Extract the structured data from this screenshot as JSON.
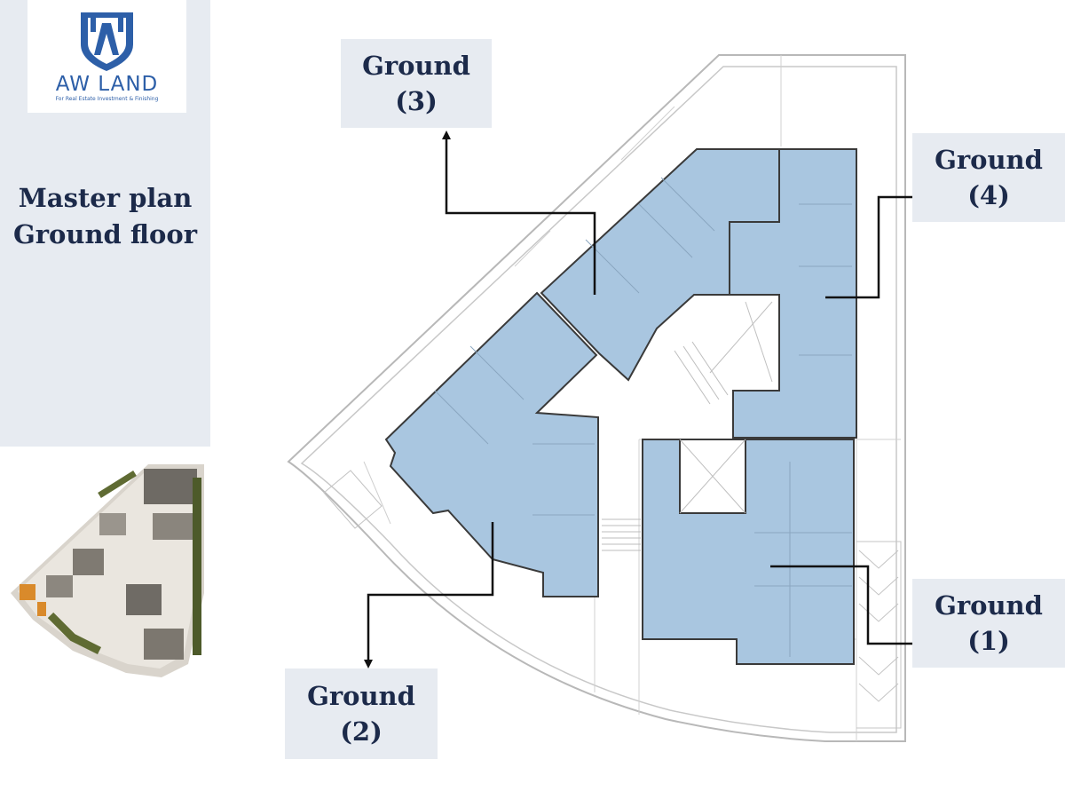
{
  "brand": {
    "name": "AW LAND",
    "tagline": "For Real Estate Investment & Finishing",
    "color": "#2d5fa8"
  },
  "title": {
    "line1": "Master plan",
    "line2": "Ground floor"
  },
  "labels": [
    {
      "line1": "Ground",
      "line2": "(1)"
    },
    {
      "line1": "Ground",
      "line2": "(2)"
    },
    {
      "line1": "Ground",
      "line2": "(3)"
    },
    {
      "line1": "Ground",
      "line2": "(4)"
    }
  ],
  "colors": {
    "unit_fill": "#a9c6e0",
    "panel": "#e7ebf1",
    "text": "#1c2a4a"
  }
}
